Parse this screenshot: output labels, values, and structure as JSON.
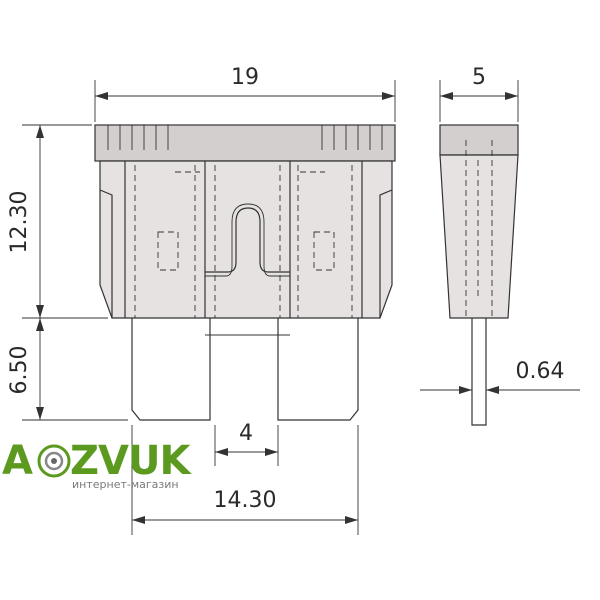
{
  "dimensions": {
    "width_top": "19",
    "width_side": "5",
    "height_body": "12.30",
    "height_blade": "6.50",
    "blade_thickness": "0.64",
    "blade_gap": "4",
    "blade_span": "14.30"
  },
  "logo": {
    "letter_a": "A",
    "brand": "ZVUK",
    "subtitle": "интернет-магазин",
    "color": "#5b9a1f"
  },
  "colors": {
    "line": "#333333",
    "body": "#e6e2e2",
    "cap": "#d4cfcf"
  }
}
